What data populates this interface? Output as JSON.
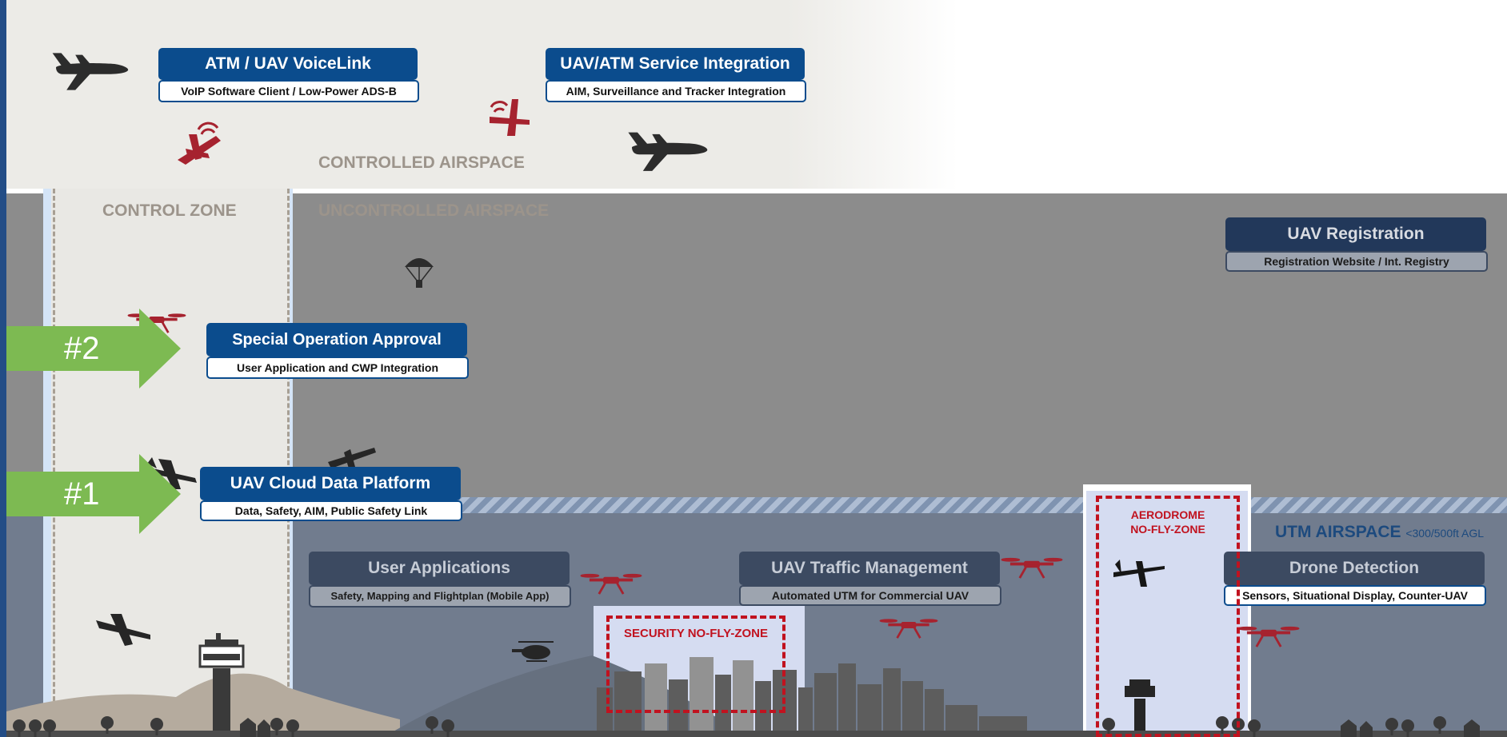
{
  "zones": {
    "controlled": "CONTROLLED AIRSPACE",
    "control_zone": "CONTROL ZONE",
    "uncontrolled": "UNCONTROLLED AIRSPACE",
    "utm": "UTM AIRSPACE",
    "utm_altitude": "<300/500ft AGL"
  },
  "boxes": {
    "voicelink": {
      "title": "ATM / UAV VoiceLink",
      "subtitle": "VoIP Software Client / Low-Power ADS-B"
    },
    "service_integration": {
      "title": "UAV/ATM Service Integration",
      "subtitle": "AIM, Surveillance and Tracker Integration"
    },
    "registration": {
      "title": "UAV Registration",
      "subtitle": "Registration Website / Int. Registry"
    },
    "special_operation": {
      "title": "Special Operation Approval",
      "subtitle": "User Application and CWP Integration"
    },
    "cloud_platform": {
      "title": "UAV Cloud Data Platform",
      "subtitle": "Data, Safety, AIM, Public Safety Link"
    },
    "user_applications": {
      "title": "User Applications",
      "subtitle": "Safety, Mapping and Flightplan (Mobile App)"
    },
    "traffic_management": {
      "title": "UAV Traffic Management",
      "subtitle": "Automated UTM for Commercial UAV"
    },
    "drone_detection": {
      "title": "Drone Detection",
      "subtitle": "Sensors, Situational Display, Counter-UAV"
    }
  },
  "arrows": [
    {
      "label": "#2"
    },
    {
      "label": "#1"
    }
  ],
  "no_fly_zones": {
    "security": "SECURITY  NO-FLY-ZONE",
    "aerodrome_line1": "AERODROME",
    "aerodrome_line2": "NO-FLY-ZONE"
  },
  "icons": [
    "airplane-icon",
    "drone-icon",
    "parachute-icon",
    "helicopter-icon",
    "control-tower-icon",
    "city-skyline-icon",
    "signal-icon"
  ],
  "colors": {
    "accent_blue": "#0b4c8d",
    "arrow_green": "#7dba52",
    "no_fly_red": "#c1121f",
    "utm_label_blue": "#1d4a7e"
  }
}
